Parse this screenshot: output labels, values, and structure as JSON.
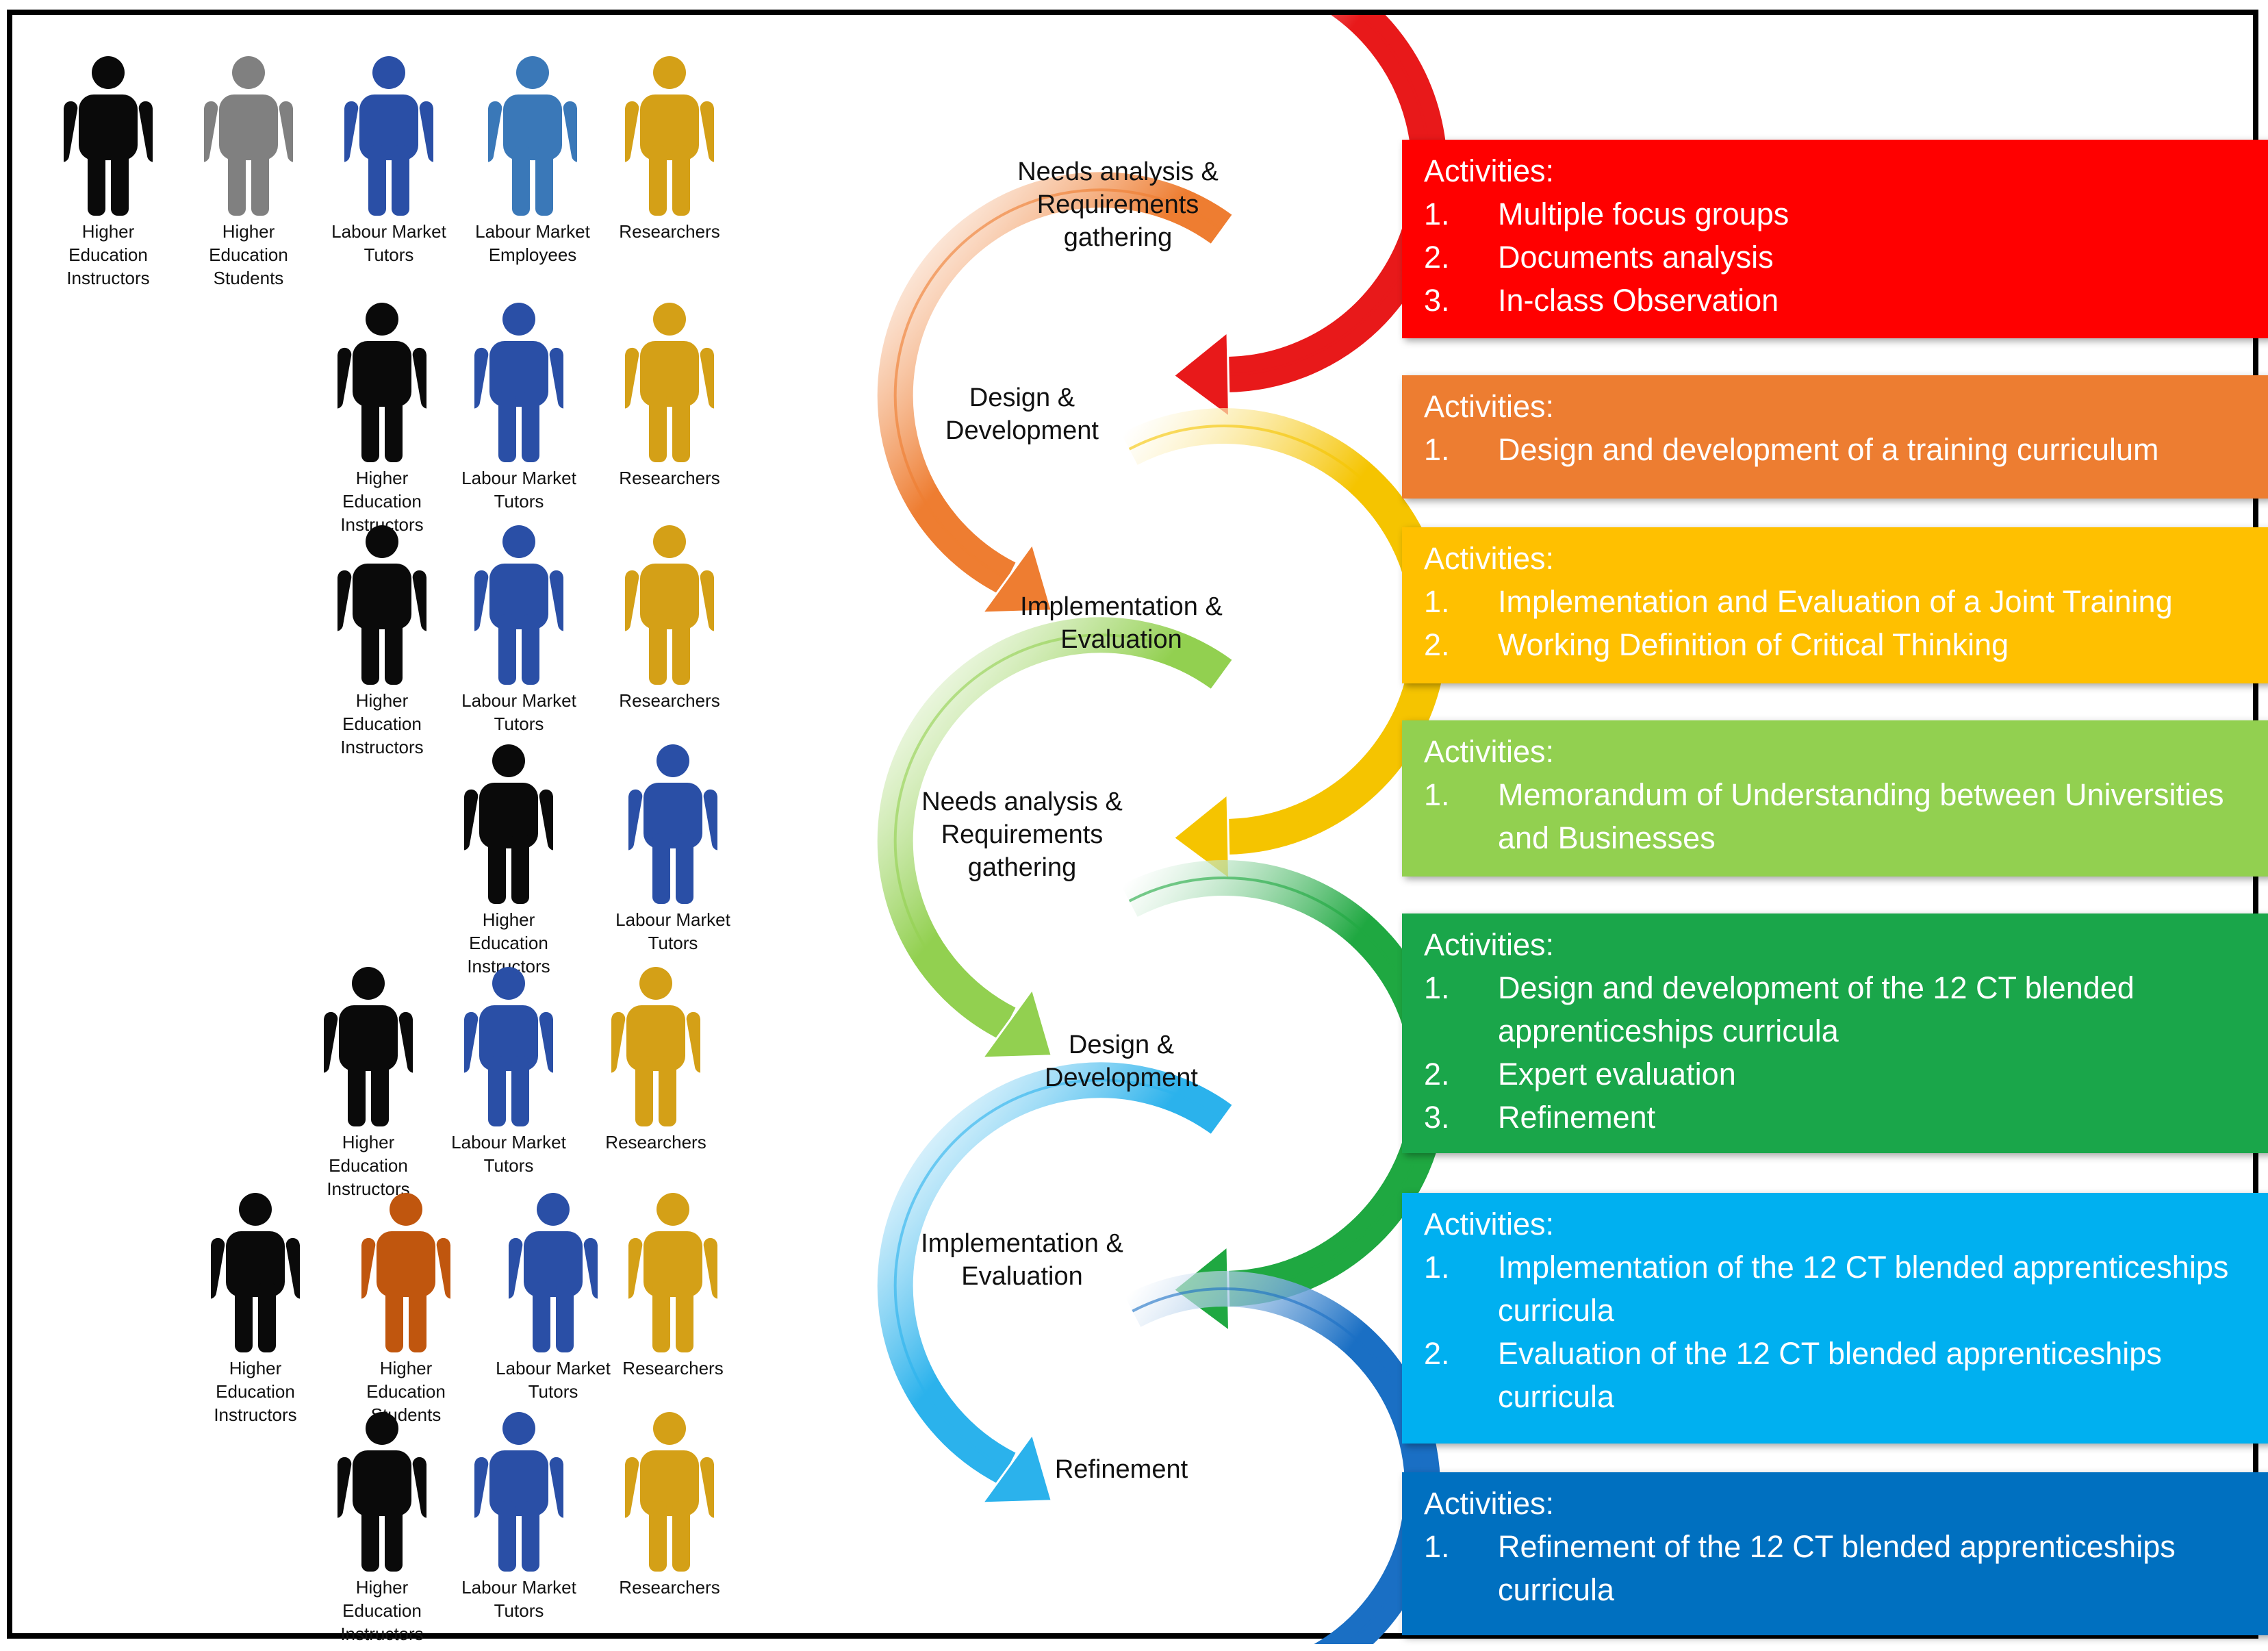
{
  "stakeholder_rows": [
    {
      "people": [
        {
          "label": "Higher Education Instructors",
          "color": "#0a0a0a"
        },
        {
          "label": "Higher Education Students",
          "color": "#808080"
        },
        {
          "label": "Labour Market Tutors",
          "color": "#2a4fa6"
        },
        {
          "label": "Labour Market Employees",
          "color": "#3a78b8"
        },
        {
          "label": "Researchers",
          "color": "#d4a017"
        }
      ]
    },
    {
      "people": [
        {
          "label": "Higher Education Instructors",
          "color": "#0a0a0a"
        },
        {
          "label": "Labour Market Tutors",
          "color": "#2a4fa6"
        },
        {
          "label": "Researchers",
          "color": "#d4a017"
        }
      ]
    },
    {
      "people": [
        {
          "label": "Higher Education Instructors",
          "color": "#0a0a0a"
        },
        {
          "label": "Labour Market Tutors",
          "color": "#2a4fa6"
        },
        {
          "label": "Researchers",
          "color": "#d4a017"
        }
      ]
    },
    {
      "people": [
        {
          "label": "Higher Education Instructors",
          "color": "#0a0a0a"
        },
        {
          "label": "Labour Market Tutors",
          "color": "#2a4fa6"
        }
      ]
    },
    {
      "people": [
        {
          "label": "Higher Education Instructors",
          "color": "#0a0a0a"
        },
        {
          "label": "Labour Market Tutors",
          "color": "#2a4fa6"
        },
        {
          "label": "Researchers",
          "color": "#d4a017"
        }
      ]
    },
    {
      "people": [
        {
          "label": "Higher Education Instructors",
          "color": "#0a0a0a"
        },
        {
          "label": "Higher Education Students",
          "color": "#c0560e"
        },
        {
          "label": "Labour Market Tutors",
          "color": "#2a4fa6"
        },
        {
          "label": "Researchers",
          "color": "#d4a017"
        }
      ]
    },
    {
      "people": [
        {
          "label": "Higher Education Instructors",
          "color": "#0a0a0a"
        },
        {
          "label": "Labour Market Tutors",
          "color": "#2a4fa6"
        },
        {
          "label": "Researchers",
          "color": "#d4a017"
        }
      ]
    }
  ],
  "stages": [
    {
      "label": "Needs analysis & Requirements gathering",
      "color": "#e8191a"
    },
    {
      "label": "Design & Development",
      "color": "#ee7d31"
    },
    {
      "label": "Implementation & Evaluation",
      "color": "#f5c400"
    },
    {
      "label": "Needs analysis & Requirements gathering",
      "color": "#92d050"
    },
    {
      "label": "Design & Development",
      "color": "#1fa841"
    },
    {
      "label": "Implementation & Evaluation",
      "color": "#2bb2ec"
    },
    {
      "label": "Refinement",
      "color": "#1a6fc4"
    }
  ],
  "panels": [
    {
      "title": "Activities:",
      "color": "#ff0000",
      "items": [
        {
          "num": "1.",
          "text": "Multiple focus groups"
        },
        {
          "num": "2.",
          "text": "Documents analysis"
        },
        {
          "num": "3.",
          "text": "In-class Observation"
        }
      ]
    },
    {
      "title": "Activities:",
      "color": "#ed7d31",
      "items": [
        {
          "num": "1.",
          "text": "Design and development of a training curriculum"
        }
      ]
    },
    {
      "title": "Activities:",
      "color": "#ffc000",
      "items": [
        {
          "num": "1.",
          "text": "Implementation and Evaluation of a Joint Training"
        },
        {
          "num": "2.",
          "text": "Working Definition of Critical Thinking"
        }
      ]
    },
    {
      "title": "Activities:",
      "color": "#92d050",
      "items": [
        {
          "num": "1.",
          "text": "Memorandum of Understanding between Universities and Businesses"
        }
      ]
    },
    {
      "title": "Activities:",
      "color": "#1aa64a",
      "items": [
        {
          "num": "1.",
          "text": "Design and development of the 12 CT blended apprenticeships curricula"
        },
        {
          "num": "2.",
          "text": "Expert evaluation"
        },
        {
          "num": "3.",
          "text": "Refinement"
        }
      ]
    },
    {
      "title": "Activities:",
      "color": "#00b0f0",
      "items": [
        {
          "num": "1.",
          "text": "Implementation of the 12 CT blended apprenticeships curricula"
        },
        {
          "num": "2.",
          "text": "Evaluation of the 12 CT blended apprenticeships curricula"
        }
      ]
    },
    {
      "title": "Activities:",
      "color": "#0070c0",
      "items": [
        {
          "num": "1.",
          "text": "Refinement of the 12 CT blended apprenticeships curricula"
        }
      ]
    }
  ]
}
